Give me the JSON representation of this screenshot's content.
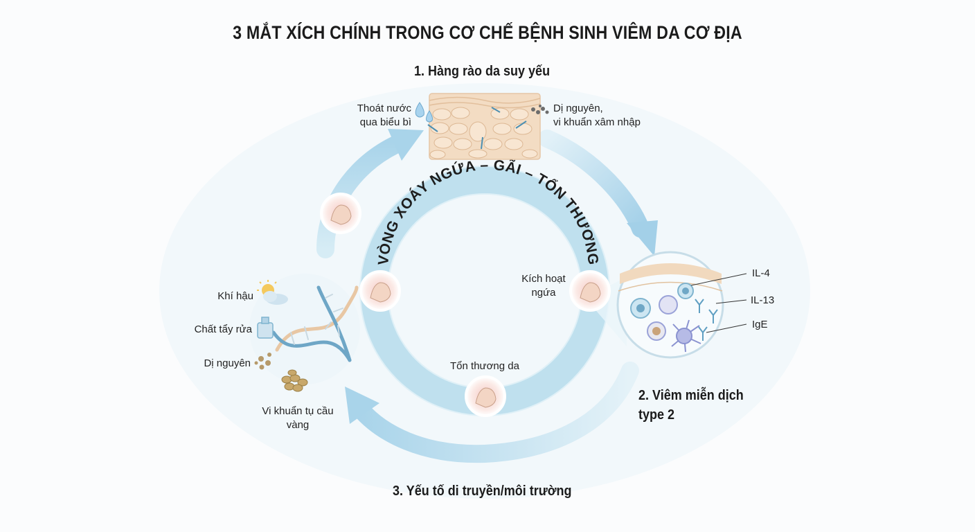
{
  "title": "3 MẮT XÍCH CHÍNH TRONG CƠ CHẾ BỆNH SINH VIÊM DA CƠ ĐỊA",
  "section1": {
    "heading": "1. Hàng rào da suy yếu",
    "left_label_1": "Thoát nước",
    "left_label_2": "qua biểu bì",
    "right_label_1": "Dị nguyên,",
    "right_label_2": "vi khuẩn xâm nhập"
  },
  "section2": {
    "heading_1": "2. Viêm miễn dịch",
    "heading_2": "type 2",
    "markers": [
      "IL-4",
      "IL-13",
      "IgE"
    ]
  },
  "section3": {
    "heading": "3. Yếu tố di truyền/môi trường",
    "factors": [
      "Khí hậu",
      "Chất tẩy rửa",
      "Dị nguyên"
    ],
    "bacteria_1": "Vi khuẩn tụ cầu",
    "bacteria_2": "vàng"
  },
  "cycle": {
    "title": "VÒNG XOÁY NGỨA – GÃI – TỔN THƯƠNG",
    "itch_label_1": "Kích hoạt",
    "itch_label_2": "ngứa",
    "damage_label": "Tổn thương da"
  },
  "colors": {
    "ring": "#bfe0ee",
    "arrow": "#a9d4ea",
    "skin": "#f3dcc3",
    "cell_blue": "#7fb4cf",
    "immune_purple": "#9aa2d8"
  }
}
